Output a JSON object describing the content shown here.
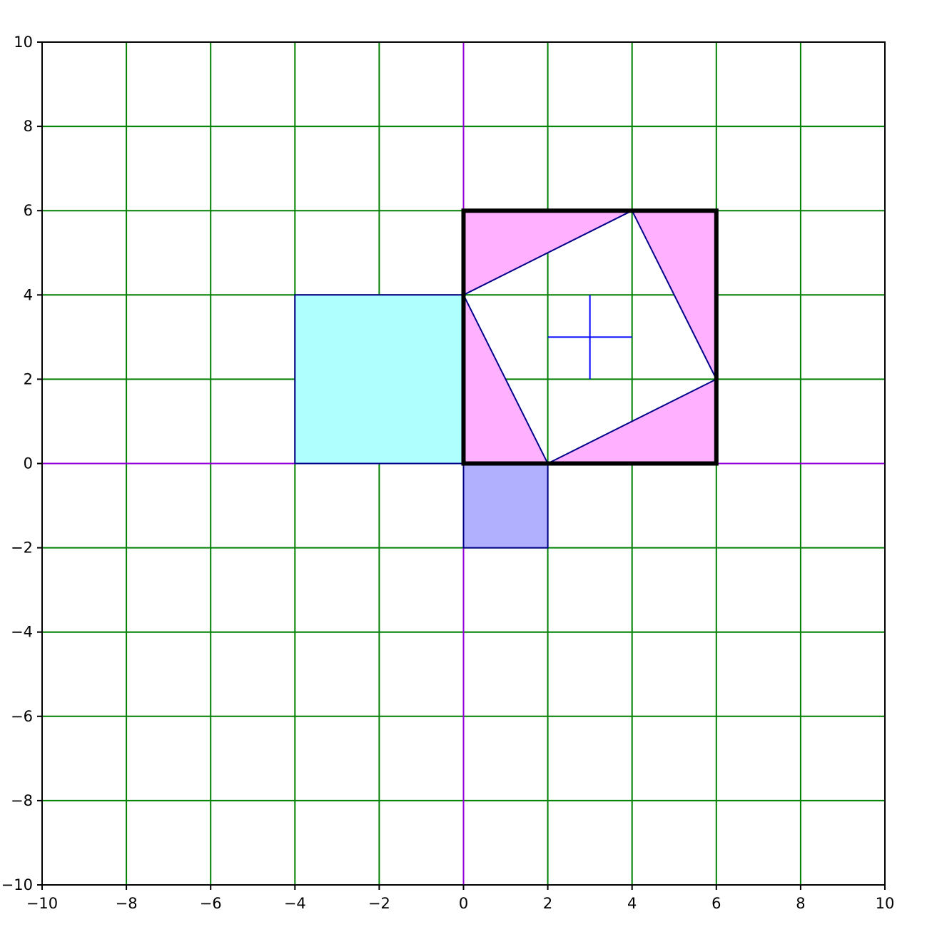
{
  "chart_data": {
    "type": "scatter",
    "title": "",
    "xlabel": "",
    "ylabel": "",
    "xlim": [
      -10,
      10
    ],
    "ylim": [
      -10,
      10
    ],
    "grid": true,
    "x_ticks": [
      "−10",
      "−8",
      "−6",
      "−4",
      "−2",
      "0",
      "2",
      "4",
      "6",
      "8",
      "10"
    ],
    "y_ticks": [
      "−10",
      "−8",
      "−6",
      "−4",
      "−2",
      "0",
      "2",
      "4",
      "6",
      "8",
      "10"
    ],
    "x_tick_values": [
      -10,
      -8,
      -6,
      -4,
      -2,
      0,
      2,
      4,
      6,
      8,
      10
    ],
    "y_tick_values": [
      -10,
      -8,
      -6,
      -4,
      -2,
      0,
      2,
      4,
      6,
      8,
      10
    ],
    "shapes": [
      {
        "name": "cyan-square",
        "fill": "#b0ffff",
        "stroke": "#00008b",
        "points": [
          [
            -4,
            0
          ],
          [
            0,
            0
          ],
          [
            0,
            4
          ],
          [
            -4,
            4
          ]
        ]
      },
      {
        "name": "blue-square",
        "fill": "#b0b0ff",
        "stroke": "#00008b",
        "points": [
          [
            0,
            -2
          ],
          [
            2,
            -2
          ],
          [
            2,
            0
          ],
          [
            0,
            0
          ]
        ]
      },
      {
        "name": "pink-triangle-top",
        "fill": "#ffb0ff",
        "stroke": "#00008b",
        "points": [
          [
            0,
            4
          ],
          [
            0,
            6
          ],
          [
            4,
            6
          ]
        ]
      },
      {
        "name": "pink-triangle-right",
        "fill": "#ffb0ff",
        "stroke": "#00008b",
        "points": [
          [
            4,
            6
          ],
          [
            6,
            6
          ],
          [
            6,
            2
          ]
        ]
      },
      {
        "name": "pink-triangle-bottom",
        "fill": "#ffb0ff",
        "stroke": "#00008b",
        "points": [
          [
            6,
            2
          ],
          [
            6,
            0
          ],
          [
            2,
            0
          ]
        ]
      },
      {
        "name": "pink-triangle-left",
        "fill": "#ffb0ff",
        "stroke": "#00008b",
        "points": [
          [
            2,
            0
          ],
          [
            0,
            0
          ],
          [
            0,
            4
          ]
        ]
      }
    ],
    "outline_square": [
      [
        0,
        0
      ],
      [
        6,
        0
      ],
      [
        6,
        6
      ],
      [
        0,
        6
      ]
    ],
    "center_cross": {
      "center": [
        3,
        3
      ],
      "half_length": 1
    },
    "colors": {
      "grid": "#008000",
      "axis": "#9400d3",
      "outline": "#000000",
      "cross": "#0000ff"
    }
  }
}
